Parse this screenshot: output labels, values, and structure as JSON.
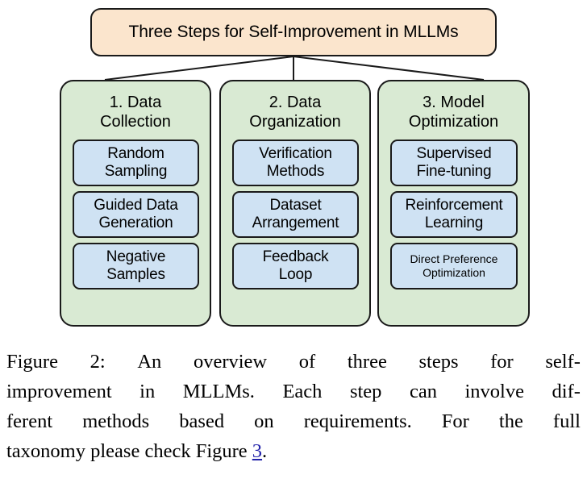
{
  "figure": {
    "title_box": {
      "label": "Three Steps for Self-Improvement in MLLMs",
      "fill": "#fbe5cd",
      "stroke": "#1a1a1a"
    },
    "columns": [
      {
        "title": "1. Data\nCollection",
        "fill": "#d9ead3",
        "items": [
          {
            "label": "Random\nSampling",
            "fill": "#cfe2f3"
          },
          {
            "label": "Guided Data\nGeneration",
            "fill": "#cfe2f3"
          },
          {
            "label": "Negative\nSamples",
            "fill": "#cfe2f3"
          }
        ]
      },
      {
        "title": "2. Data\nOrganization",
        "fill": "#d9ead3",
        "items": [
          {
            "label": "Verification\nMethods",
            "fill": "#cfe2f3"
          },
          {
            "label": "Dataset\nArrangement",
            "fill": "#cfe2f3"
          },
          {
            "label": "Feedback\nLoop",
            "fill": "#cfe2f3"
          }
        ]
      },
      {
        "title": "3. Model\nOptimization",
        "fill": "#d9ead3",
        "items": [
          {
            "label": "Supervised\nFine-tuning",
            "fill": "#cfe2f3"
          },
          {
            "label": "Reinforcement\nLearning",
            "fill": "#cfe2f3"
          },
          {
            "label": "Direct Preference\nOptimization",
            "fill": "#cfe2f3",
            "small": true
          }
        ]
      }
    ]
  },
  "caption": {
    "line1_words": [
      "Figure",
      "2:",
      "An",
      "overview",
      "of",
      "three",
      "steps",
      "for",
      "self-"
    ],
    "line2_words": [
      "improvement",
      "in",
      "MLLMs.",
      "Each",
      "step",
      "can",
      "involve",
      "dif-"
    ],
    "line3_words": [
      "ferent",
      "methods",
      "based",
      "on",
      "requirements.",
      "For",
      "the",
      "full"
    ],
    "line4_prefix": "taxonomy please check Figure ",
    "line4_ref": "3",
    "line4_suffix": ".",
    "ref_color": "#2222aa"
  }
}
